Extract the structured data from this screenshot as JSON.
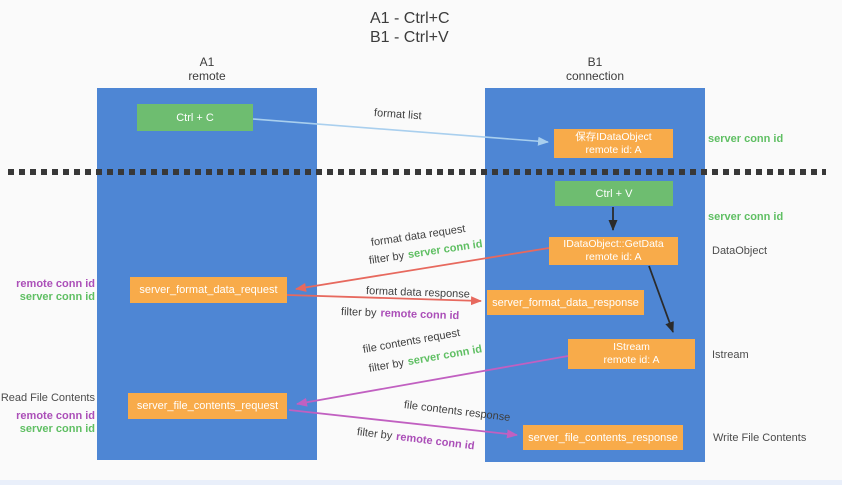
{
  "title": {
    "line1": "A1 - Ctrl+C",
    "line2": "B1 - Ctrl+V"
  },
  "lanes": {
    "left": {
      "title": "A1",
      "subtitle": "remote"
    },
    "right": {
      "title": "B1",
      "subtitle": "connection"
    }
  },
  "nodes": {
    "ctrl_c": {
      "label": "Ctrl + C"
    },
    "ctrl_v": {
      "label": "Ctrl + V"
    },
    "save_idataobject": {
      "line1": "保存IDataObject",
      "line2": "remote id: A"
    },
    "getdata": {
      "line1": "IDataObject::GetData",
      "line2": "remote id: A"
    },
    "istream": {
      "line1": "IStream",
      "line2": "remote id: A"
    },
    "server_format_data_request": {
      "label": "server_format_data_request"
    },
    "server_format_data_response": {
      "label": "server_format_data_response"
    },
    "server_file_contents_request": {
      "label": "server_file_contents_request"
    },
    "server_file_contents_response": {
      "label": "server_file_contents_response"
    }
  },
  "side_labels": {
    "server_conn_id_top": "server conn id",
    "server_conn_id_mid": "server conn id",
    "dataobject": "DataObject",
    "istream": "Istream",
    "write_file_contents": "Write File Contents",
    "read_file_contents": "Read File Contents",
    "mid_left": {
      "remote_conn_id": "remote conn id",
      "server_conn_id": "server conn id"
    },
    "bottom_left": {
      "remote_conn_id": "remote conn id",
      "server_conn_id": "server conn id"
    }
  },
  "arrows": {
    "format_list": {
      "label": "format list"
    },
    "format_data_request": {
      "label": "format data request",
      "filter_prefix": "filter by",
      "filter_key": "server conn id"
    },
    "format_data_response": {
      "label": "format data response",
      "filter_prefix": "filter by",
      "filter_key": "remote conn id"
    },
    "file_contents_request": {
      "label": "file contents request",
      "filter_prefix": "filter by",
      "filter_key": "server conn id"
    },
    "file_contents_response": {
      "label": "file contents response",
      "filter_prefix": "filter by",
      "filter_key": "remote conn id"
    }
  },
  "colors": {
    "lane_blue": "#4e86d4",
    "node_green": "#6ebd70",
    "node_orange": "#f8ab4a",
    "arrow_light_blue": "#a9cfee",
    "arrow_red": "#e7695e",
    "arrow_magenta": "#c160c1",
    "arrow_black": "#2b2b2b",
    "text_green": "#5fbf63",
    "text_purple": "#ab4fb8",
    "text_dark": "#3f3f3f",
    "text_gray": "#4c4c4c"
  }
}
